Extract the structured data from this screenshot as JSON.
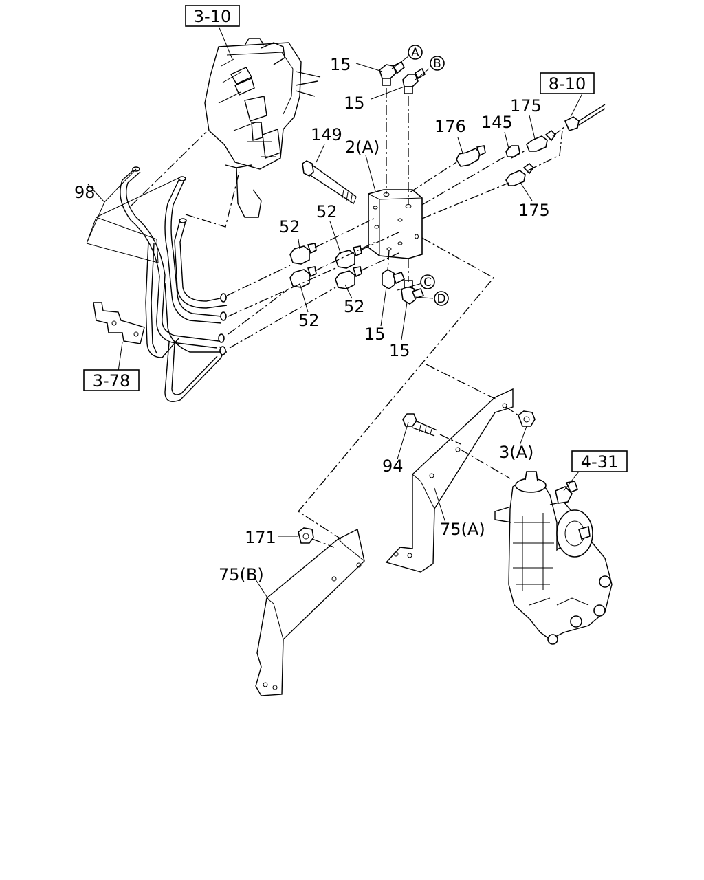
{
  "diagram": {
    "references": [
      {
        "id": "ref-3-10",
        "label": "3-10"
      },
      {
        "id": "ref-8-10",
        "label": "8-10"
      },
      {
        "id": "ref-3-78",
        "label": "3-78"
      },
      {
        "id": "ref-4-31",
        "label": "4-31"
      }
    ],
    "circled": [
      {
        "id": "A",
        "label": "A"
      },
      {
        "id": "B",
        "label": "B"
      },
      {
        "id": "C",
        "label": "C"
      },
      {
        "id": "D",
        "label": "D"
      }
    ],
    "parts": [
      {
        "id": "p15a",
        "label": "15"
      },
      {
        "id": "p15b",
        "label": "15"
      },
      {
        "id": "p15c",
        "label": "15"
      },
      {
        "id": "p15d",
        "label": "15"
      },
      {
        "id": "p176",
        "label": "176"
      },
      {
        "id": "p145",
        "label": "145"
      },
      {
        "id": "p175a",
        "label": "175"
      },
      {
        "id": "p175b",
        "label": "175"
      },
      {
        "id": "p149",
        "label": "149"
      },
      {
        "id": "p2a",
        "label": "2(A)"
      },
      {
        "id": "p98",
        "label": "98"
      },
      {
        "id": "p52a",
        "label": "52"
      },
      {
        "id": "p52b",
        "label": "52"
      },
      {
        "id": "p52c",
        "label": "52"
      },
      {
        "id": "p52d",
        "label": "52"
      },
      {
        "id": "p94",
        "label": "94"
      },
      {
        "id": "p3a",
        "label": "3(A)"
      },
      {
        "id": "p75a",
        "label": "75(A)"
      },
      {
        "id": "p171",
        "label": "171"
      },
      {
        "id": "p75b",
        "label": "75(B)"
      }
    ]
  }
}
